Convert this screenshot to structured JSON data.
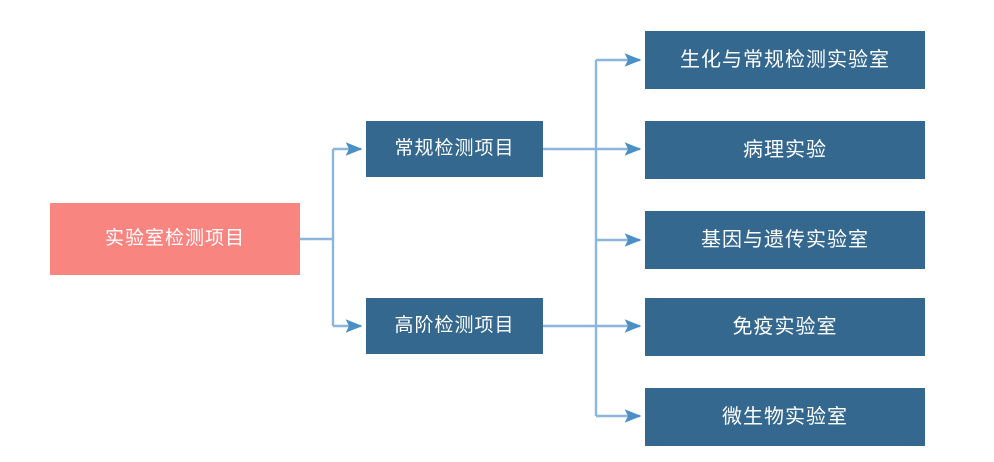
{
  "diagram": {
    "type": "tree",
    "title": "",
    "orientation": "left-to-right",
    "colors": {
      "root_fill": "#F98581",
      "node_fill": "#34688F",
      "connector": "#8CB6DC",
      "label_text": "#FFFFFF",
      "background": "#FFFFFF"
    },
    "root": {
      "id": "root",
      "label": "实验室检测项目"
    },
    "level2": [
      {
        "id": "mid-routine",
        "label": "常规检测项目"
      },
      {
        "id": "mid-advanced",
        "label": "高阶检测项目"
      }
    ],
    "level3": [
      {
        "id": "leaf-biochem",
        "label": "生化与常规检测实验室",
        "parent": "mid-routine"
      },
      {
        "id": "leaf-pathology",
        "label": "病理实验",
        "parent": "mid-routine"
      },
      {
        "id": "leaf-genetics",
        "label": "基因与遗传实验室",
        "parent": "mid-advanced"
      },
      {
        "id": "leaf-immunology",
        "label": "免疫实验室",
        "parent": "mid-advanced"
      },
      {
        "id": "leaf-microbiology",
        "label": "微生物实验室",
        "parent": "mid-advanced"
      }
    ]
  }
}
